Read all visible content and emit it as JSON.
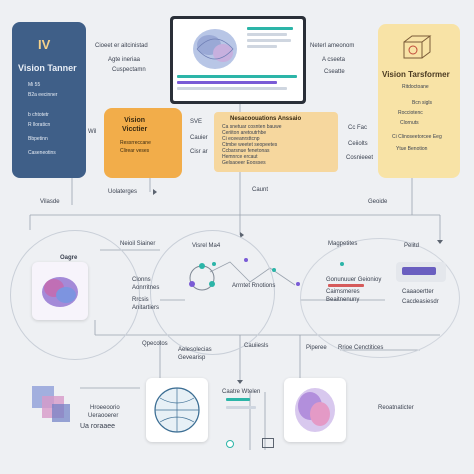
{
  "left_card": {
    "logo": "IV",
    "title": "Vision Tanner",
    "lines": [
      "Mi 55",
      "B2a eecinner",
      "b chtotetr",
      "R lloraticn",
      "Bbpetinn",
      "Caseneotins"
    ]
  },
  "top_center_labels": {
    "a": "Cioeet er aitcinistad",
    "b": "Agte ineriaa",
    "c": "Cuspectamn",
    "d": "Neterl ameonom",
    "e": "A cseeta",
    "f": "Cseatte"
  },
  "orange_card": {
    "title": "Vision\nVicctier",
    "lines": [
      "Ressrreccane",
      "Clirear veses"
    ]
  },
  "mid_labels": {
    "left": "Wil",
    "center_top": "SVE",
    "center_a": "Cauier",
    "center_b": "Cisr ar"
  },
  "note_card": {
    "title": "Nesacoouations Anssaio",
    "lines": [
      "Ca snetuar cosnten bauwe",
      "Ceriiton aretoutrhbe",
      "Ci eceeanrsttcnp",
      "Ctmbe weetet seopeetes",
      "Ccbarsnue fenetonas",
      "Hemnrce ercaut",
      "Gelsaoeer Eoosses"
    ]
  },
  "right_card": {
    "title": "Vision Tarsformer",
    "subtitle": "Ritdoctoane",
    "lines": [
      "Bcn sigls",
      "Rocciotenc",
      "Clornuts",
      "Ci Clinoseetorcee Eeg",
      "Ytue Benotion"
    ]
  },
  "right_mid_labels": {
    "a": "Cc Fac",
    "b": "Ceiiolts",
    "c": "Cosnieeet"
  },
  "row_labels": {
    "l1": "Uolaterges",
    "l2": "Vilasde",
    "l3": "Caunt",
    "l4": "Geoide",
    "l5": "Neioil Siainer",
    "l6": "Visrel Ma4",
    "l7": "Magpetites",
    "l8": "Peiitd"
  },
  "mid_section": {
    "a": "Oagre",
    "b": "Clonns\nAonrritnes",
    "c": "Rrcsis\nAnitartiers",
    "d": "Arrntet Rnotions",
    "e": "Gonunuuer Geionioy",
    "f": "Caimsmeres",
    "g": "Beaitnenuny",
    "h": "Caaaoertter",
    "i": "Cacdeasiesdr"
  },
  "bottom_labels": {
    "a": "Qpecotos",
    "b": "Aelesolecias",
    "c": "Gevearisp",
    "d": "Cauiiesls",
    "e": "Piperee",
    "f": "Rrioe Cenctitices",
    "g": "Caatre Wtelen",
    "h": "Reoatnaticter"
  },
  "bottom_left": {
    "a": "Hroeeoorio",
    "b": "Ueraooerer",
    "c": "Ua roraaee"
  },
  "colors": {
    "navy": "#3f5f88",
    "orange": "#f2ad4a",
    "peach": "#f6d79e",
    "cream": "#f8e3a6",
    "accent_teal": "#2cb5a8",
    "accent_purple": "#7a5bd6"
  }
}
